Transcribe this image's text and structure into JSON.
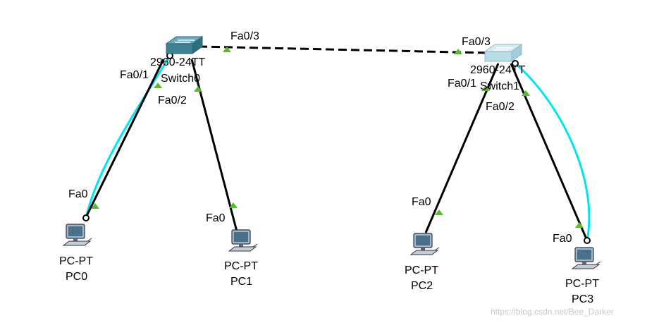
{
  "devices": {
    "switch0": {
      "model": "2960-24TT",
      "name": "Switch0"
    },
    "switch1": {
      "model": "2960-24TT",
      "name": "Switch1"
    },
    "pc0": {
      "model": "PC-PT",
      "name": "PC0"
    },
    "pc1": {
      "model": "PC-PT",
      "name": "PC1"
    },
    "pc2": {
      "model": "PC-PT",
      "name": "PC2"
    },
    "pc3": {
      "model": "PC-PT",
      "name": "PC3"
    }
  },
  "links": [
    {
      "from": "switch0",
      "from_port": "Fa0/1",
      "to": "pc0",
      "to_port": "Fa0",
      "cable": "copper straight-through"
    },
    {
      "from": "switch0",
      "from_port": "Fa0/2",
      "to": "pc1",
      "to_port": "Fa0",
      "cable": "copper straight-through"
    },
    {
      "from": "switch0",
      "from_port": "Fa0/3",
      "to": "switch1",
      "to_port": "Fa0/3",
      "cable": "copper cross-over"
    },
    {
      "from": "switch1",
      "from_port": "Fa0/1",
      "to": "pc2",
      "to_port": "Fa0",
      "cable": "copper straight-through"
    },
    {
      "from": "switch1",
      "from_port": "Fa0/2",
      "to": "pc3",
      "to_port": "Fa0",
      "cable": "copper straight-through"
    },
    {
      "from": "switch0",
      "to": "pc0",
      "cable": "console"
    },
    {
      "from": "switch1",
      "to": "pc3",
      "cable": "console"
    }
  ],
  "labels": {
    "sw0_fa01": "Fa0/1",
    "sw0_fa02": "Fa0/2",
    "sw0_fa03": "Fa0/3",
    "sw1_fa03": "Fa0/3",
    "sw1_fa01": "Fa0/1",
    "sw1_fa02": "Fa0/2",
    "pc0_fa0": "Fa0",
    "pc1_fa0": "Fa0",
    "pc2_fa0": "Fa0",
    "pc3_fa0": "Fa0"
  },
  "colors": {
    "link": "#000000",
    "console": "#00e5f0",
    "port_up": "#5cb82e",
    "switch0_body": "#3e8393",
    "switch1_body": "#b9dce6"
  },
  "watermark": "https://blog.csdn.net/Bee_Darker"
}
